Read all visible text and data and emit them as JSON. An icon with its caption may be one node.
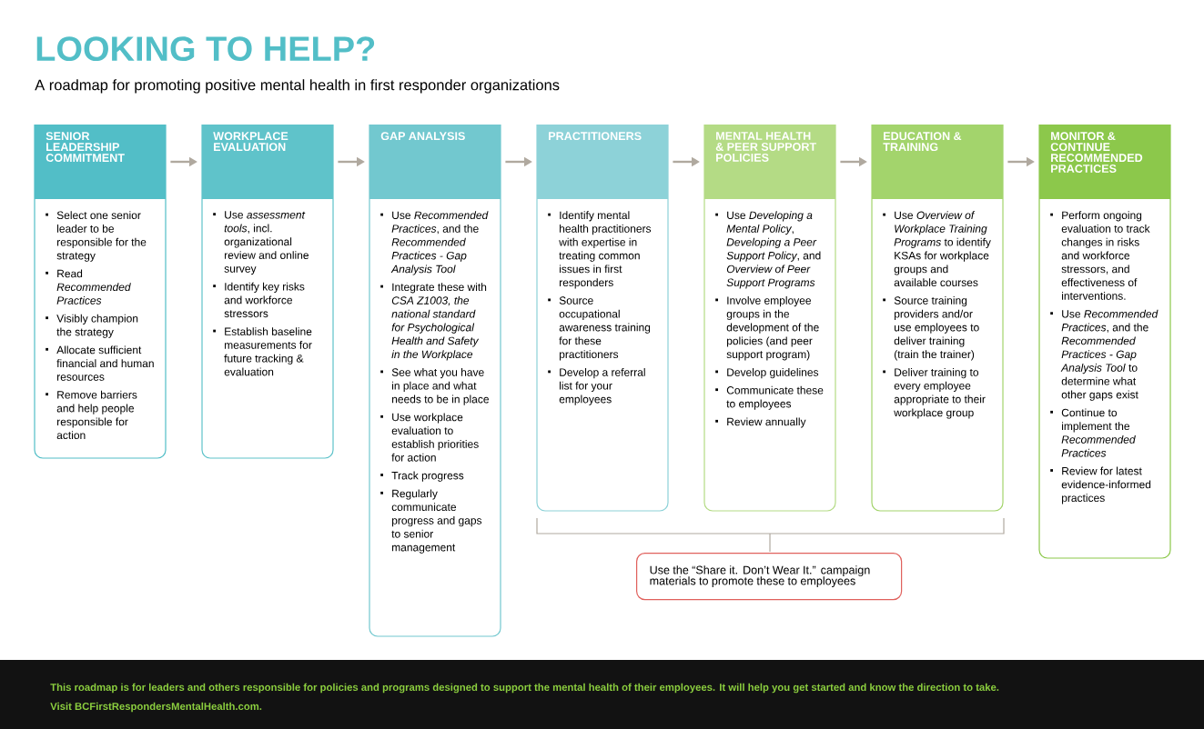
{
  "diagram": {
    "title": "LOOKING TO HELP?",
    "nodes": [
      {
        "text": [
          "SENIOR LEADERSHIP COMMITMENT",
          "Select one senior leader to be responsible for the strategy",
          "Read *Recommended Practices*",
          "Visibly champion the strategy",
          "Allocate sufficient financial and human resources",
          "Remove barriers and help people responsible for action"
        ]
      },
      {
        "text": [
          "WORKPLACE EVALUATION",
          "Use *assessment tools*, incl. organizational review and online survey",
          "Identify key risks and workforce stressors",
          "Establish baseline measurements for future tracking & evaluation"
        ]
      },
      {
        "text": [
          "GAP ANALYSIS",
          "Use *Recommended Practices*, and the *Recommended Practices - Gap Analysis Tool*",
          "Integrate these with *CSA Z1003, the national standard for Psychological Health and Safety in the Workplace*",
          "See what you have in place and what needs to be in place",
          "Use workplace evaluation to establish priorities for action",
          "Track progress",
          "Regularly communicate progress and gaps to senior management"
        ]
      },
      {
        "text": [
          "PRACTITIONERS",
          "Identify mental health practitioners with expertise in treating common issues in first responders",
          "Source occupational awareness training for these practitioners",
          "Develop a referral list for your employees"
        ]
      },
      {
        "text": [
          "MENTAL HEALTH & PEER SUPPORT POLICIES",
          "Use *Developing a Mental Policy*, *Developing a Peer Support Policy*, and *Overview of Peer Support Programs*",
          "Involve employee groups in the development of the policies (and peer support program)",
          "Develop guidelines",
          "Communicate these to employees",
          "Review annually"
        ]
      },
      {
        "text": [
          "EDUCATION & TRAINING",
          "Use *Overview of Workplace Training Programs* to identify KSAs for workplace groups and available courses",
          "Source training providers and/or use employees to deliver training (train the trainer)",
          "Deliver training to every employee appropriate to their workplace group"
        ]
      },
      {
        "text": [
          "MONITOR & CONTINUE RECOMMENDED PRACTICES",
          "Perform ongoing evaluation to track changes in risks and workforce stressors, and effectiveness of interventions.",
          "Use *Recommended Practices*, and the *Recommended Practices - Gap Analysis Tool* to determine what other gaps exist",
          "Continue to implement the *Recommended Practices*",
          "Review for latest evidence-informed practices"
        ]
      },
      {
        "text": [
          "Use the “Share it. Don’t Wear It.” campaign materials to promote these to employees"
        ]
      }
    ],
    "edges": [
      {
        "from": 0,
        "to": 1,
        "arrow": "to"
      },
      {
        "from": 1,
        "to": 2,
        "arrow": "to"
      },
      {
        "from": 2,
        "to": 3,
        "arrow": "to"
      },
      {
        "from": 3,
        "to": 4,
        "arrow": "to"
      },
      {
        "from": 4,
        "to": 5,
        "arrow": "to"
      },
      {
        "from": 5,
        "to": 6,
        "arrow": "to"
      }
    ],
    "labels": [
      "A roadmap for promoting positive mental health in first responder organizations",
      "This roadmap is for leaders and others responsible for policies and programs designed to support the mental health of their employees. It will help you get started and know the direction to take.",
      "Visit **BCFirstRespondersMentalHealth.com**."
    ]
  }
}
